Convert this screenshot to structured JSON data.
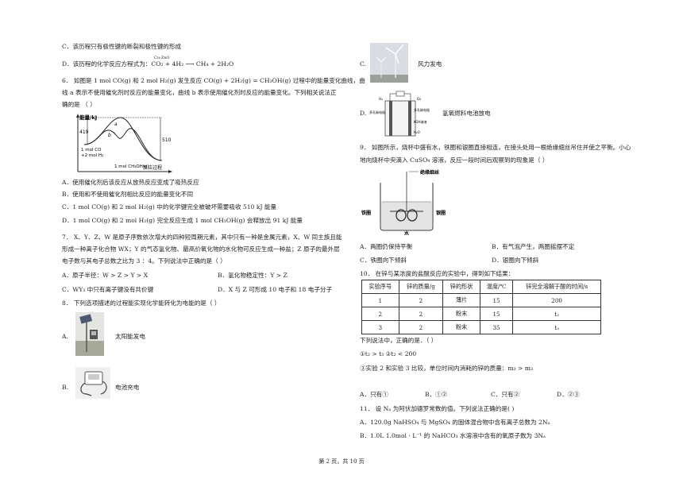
{
  "left": {
    "q5_c": "C．该历程只有极性键的断裂和极性键的形成",
    "q5_d": "D．该历程的化学反应方程式为：CO₂ + 4H₂ ⟶ CH₄ + 2H₂O",
    "q5_d_cond": "Cu-ZnO",
    "q6_stem1": "6．  如图是 1 mol CO(g) 和 2 mol H₂(g) 发生反应 CO(g) + 2H₂(g) = CH₃OH(g) 过程中的能量变化曲线，曲",
    "q6_stem2": "线 a 表示不使用催化剂时反应的能量变化，曲线 b 表示使用催化剂时反应的能量变化。下列相关说法正",
    "q6_stem3": "确的是  （   ）",
    "q6_fig": {
      "ylabel": "能量/kJ",
      "xlabel": "反应过程",
      "v419": "419",
      "v510": "510",
      "a": "a",
      "b": "b",
      "react1": "1 mol CO",
      "react2": "+2 mol H₂",
      "product": "1 mol CH₃OH(g)"
    },
    "q6_a": "A．使用催化剂后该反应从放热反应变成了吸热反应",
    "q6_b": "B．使用和不使用催化剂相比反应的能量变化不同",
    "q6_c": "C．1 mol CO(g) 和 2 mol H₂(g) 中的化学键完全被破坏需要吸收 510 kJ 能量",
    "q6_d": "D．1 mol CO(g) 和 2 mol H₂(g) 完全反应生成 1 mol CH₃OH(g) 会释放出 91 kJ 能量",
    "q7_stem1": "7．  X、Y、Z、W 是原子序数依次增大的四种短周期元素，其中只有一种是金属元素，X、W 同主族且能",
    "q7_stem2": "形成一种离子化合物 WX；Y 的气态氢化物、最高价氧化物的水化物可反应生成一种盐；Z 原子的最外层",
    "q7_stem3": "电子数与其电子总数之比为 3 ：4。下列说法中正确的是（   ）",
    "q7_a": "A．原子半径：W > Z > Y > X",
    "q7_b": "B．氢化物稳定性：Y > Z",
    "q7_c": "C．WY₃ 中只有离子键没有共价键",
    "q7_d": "D．X 与 Z 可形成 10 电子和 18 电子分子",
    "q8_stem": "8．  下列选项描述的过程能实现化学能转化为电能的是（   ）",
    "q8_a_letter": "A.",
    "q8_a_text": "太阳能发电",
    "q8_b_letter": "B.",
    "q8_b_text": "电池充电"
  },
  "right": {
    "q8_c_letter": "C.",
    "q8_c_text": "风力发电",
    "q8_d_letter": "D.",
    "q8_d_text": "氢氧燃料电池放电",
    "q8_d_fig": {
      "h2": "H₂",
      "o2": "O₂",
      "electrode_l": "多孔碳电极",
      "electrode_r": "多孔碳电极",
      "koh": "KOH溶液",
      "h2o": "H₂O"
    },
    "q9_stem1": "9．  如图所示，烧杯中盛有水，铁圈和银圈直接相连，在接头处用一根绝缘细丝吊住并使之平衡。小心",
    "q9_stem2": "地向烧杯中央滴入 CuSO₄ 溶液，反应一段时间后观察到的现象是（   ）",
    "q9_fig": {
      "wire": "绝缘细丝",
      "iron": "铁圈",
      "silver": "银圈",
      "water": "水"
    },
    "q9_a": "A．两圈仍保持平衡",
    "q9_b": "B．有气泡产生，两圈摇摆不定",
    "q9_c": "C．铁圈向下倾斜",
    "q9_d": "D．银圈向下倾斜",
    "q10_stem": "10．  在锌与某浓度的盐酸反应的实验中，得到如下结果：",
    "q10_table": {
      "headers": [
        "实验序号",
        "锌的质量/g",
        "锌的形状",
        "温度/℃",
        "锌完全溶解于酸的时间/s"
      ],
      "rows": [
        [
          "1",
          "2",
          "薄片",
          "15",
          "200"
        ],
        [
          "2",
          "2",
          "粉末",
          "15",
          "t₂"
        ],
        [
          "3",
          "2",
          "粉末",
          "35",
          "t₃"
        ]
      ]
    },
    "q10_line1": "下列说法中，正确的是．（   ）",
    "q10_line2": "①t₂ > t₃   ②t₂ < 200",
    "q10_line3": "③实验 2 和实验 3 比较，单位时间内消耗的锌的质量：m₂ > m₃",
    "q10_a": "A．只有①",
    "q10_b": "B．①②",
    "q10_c": "C．只有②",
    "q10_d": "D．②③",
    "q11_stem": "11．  设 Nₐ 为阿伏加德罗常数的值。下列说法正确的是(   )",
    "q11_a": "A．120.0g NaHSO₄ 与 MgSO₄ 的固体混合物中含有离子总数为 2Nₐ",
    "q11_b": "B．1.0L 1.0mol · L⁻¹ 的 NaHCO₃ 水溶液中含有的氧原子数为 3Nₐ"
  },
  "footer": "第 2 页，共 10 页"
}
